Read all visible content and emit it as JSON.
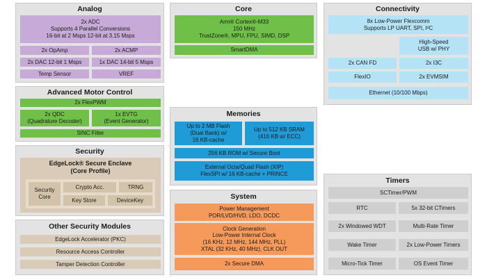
{
  "analog": {
    "title": "Analog",
    "adc": [
      "2x ADC",
      "Supports 4 Parallel Conversions",
      "16-bit at 2 Msps 12-bit at 3.15 Msps"
    ],
    "opamp": "2x OpAmp",
    "acmp": "2x ACMP",
    "dac12": "2x DAC 12-bit 1 Msps",
    "dac14": "1x DAC 14-bit 5 Msps",
    "temp": "Temp Sensor",
    "vref": "VREF"
  },
  "motor": {
    "title": "Advanced Motor Control",
    "flexpwm": "2x FlexPWM",
    "qdc": [
      "2x QDC",
      "(Quadrature Decoder)"
    ],
    "evtg": [
      "1x EVTG",
      "(Event Generator)"
    ],
    "sinc": "SINC Filter"
  },
  "security": {
    "title": "Security",
    "edgelock": [
      "EdgeLock® Secure Enclave",
      "(Core Profile)"
    ],
    "core": [
      "Security",
      "Core"
    ],
    "crypto": "Crypto Acc.",
    "trng": "TRNG",
    "keystore": "Key Store",
    "devicekey": "DeviceKey"
  },
  "other_security": {
    "title": "Other Security Modules",
    "items": [
      "EdgeLock Accelerator (PKC)",
      "Resource Access Controller",
      "Tamper Detection Controller"
    ]
  },
  "core": {
    "title": "Core",
    "cpu": [
      "Arm® Cortex®-M33",
      "150 MHz",
      "TrustZone®, MPU, FPU, SIMD, DSP"
    ],
    "smartdma": "SmartDMA"
  },
  "memories": {
    "title": "Memories",
    "flash": [
      "Up to 2 MB Flash",
      "(Dual Bank) w/",
      "16 KB-cache"
    ],
    "sram": [
      "Up to 512 KB SRAM",
      "(416 KB w/ ECC)"
    ],
    "rom": "256 KB ROM w/ Secure Boot",
    "ext_flash": [
      "External Octa/Quad Flash (XIP)",
      "FlexSPI w/ 16 KB-cache + PRINCE"
    ]
  },
  "system": {
    "title": "System",
    "power": [
      "Power Management",
      "POR/LVD/HVD, LDO, DCDC"
    ],
    "clock": [
      "Clock Generation",
      "Low-Power Internal Clock",
      "(16 KHz, 12 MHz, 144 MHz, PLL)",
      "XTAL (32 KHz, 40 MHz), CLK OUT"
    ],
    "dma": "2x Secure DMA"
  },
  "connectivity": {
    "title": "Connectivity",
    "flexcomm": [
      "8x Low-Power Flexcomm",
      "Supports LP UART, SPI, I²C"
    ],
    "usb": [
      "High-Speed",
      "USB w/ PHY"
    ],
    "canfd": "2x CAN FD",
    "i3c": "2x I3C",
    "flexio": "FlexIO",
    "evmsim": "2x EVMSIM",
    "ethernet": "Ethernet (10/100 Mbps)"
  },
  "timers": {
    "title": "Timers",
    "sctimer": "SCTimer/PWM",
    "rtc": "RTC",
    "ctimers": "5x 32-bit CTimers",
    "wwdt": "2x Windowed WDT",
    "mrt": "Multi-Rate Timer",
    "wake": "Wake Timer",
    "lptimers": "2x Low-Power Timers",
    "microtick": "Micro-Tick Timer",
    "ostimer": "OS Event Timer"
  }
}
